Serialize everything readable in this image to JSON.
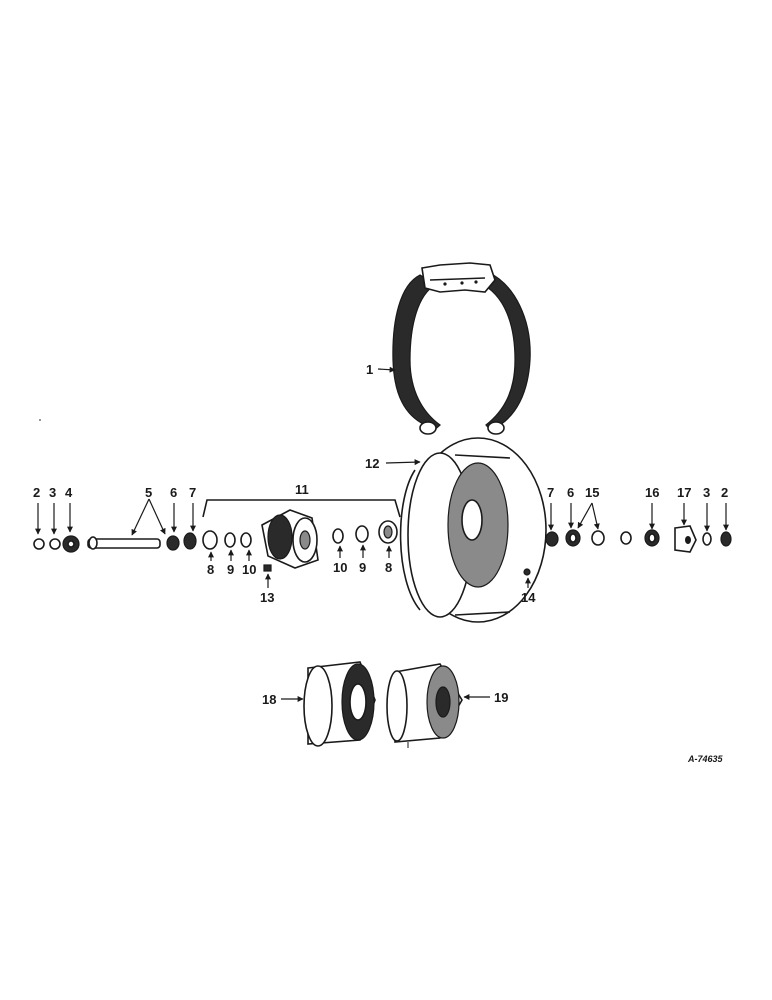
{
  "callouts": {
    "n1": "1",
    "n2": "2",
    "n3": "3",
    "n4": "4",
    "n5": "5",
    "n6": "6",
    "n7": "7",
    "n8": "8",
    "n9": "9",
    "n10": "10",
    "n11": "11",
    "n12": "12",
    "n13": "13",
    "n14": "14",
    "n15": "15",
    "n16": "16",
    "n17": "17",
    "n18": "18",
    "n19": "19"
  },
  "drawing_id": "A-74635"
}
